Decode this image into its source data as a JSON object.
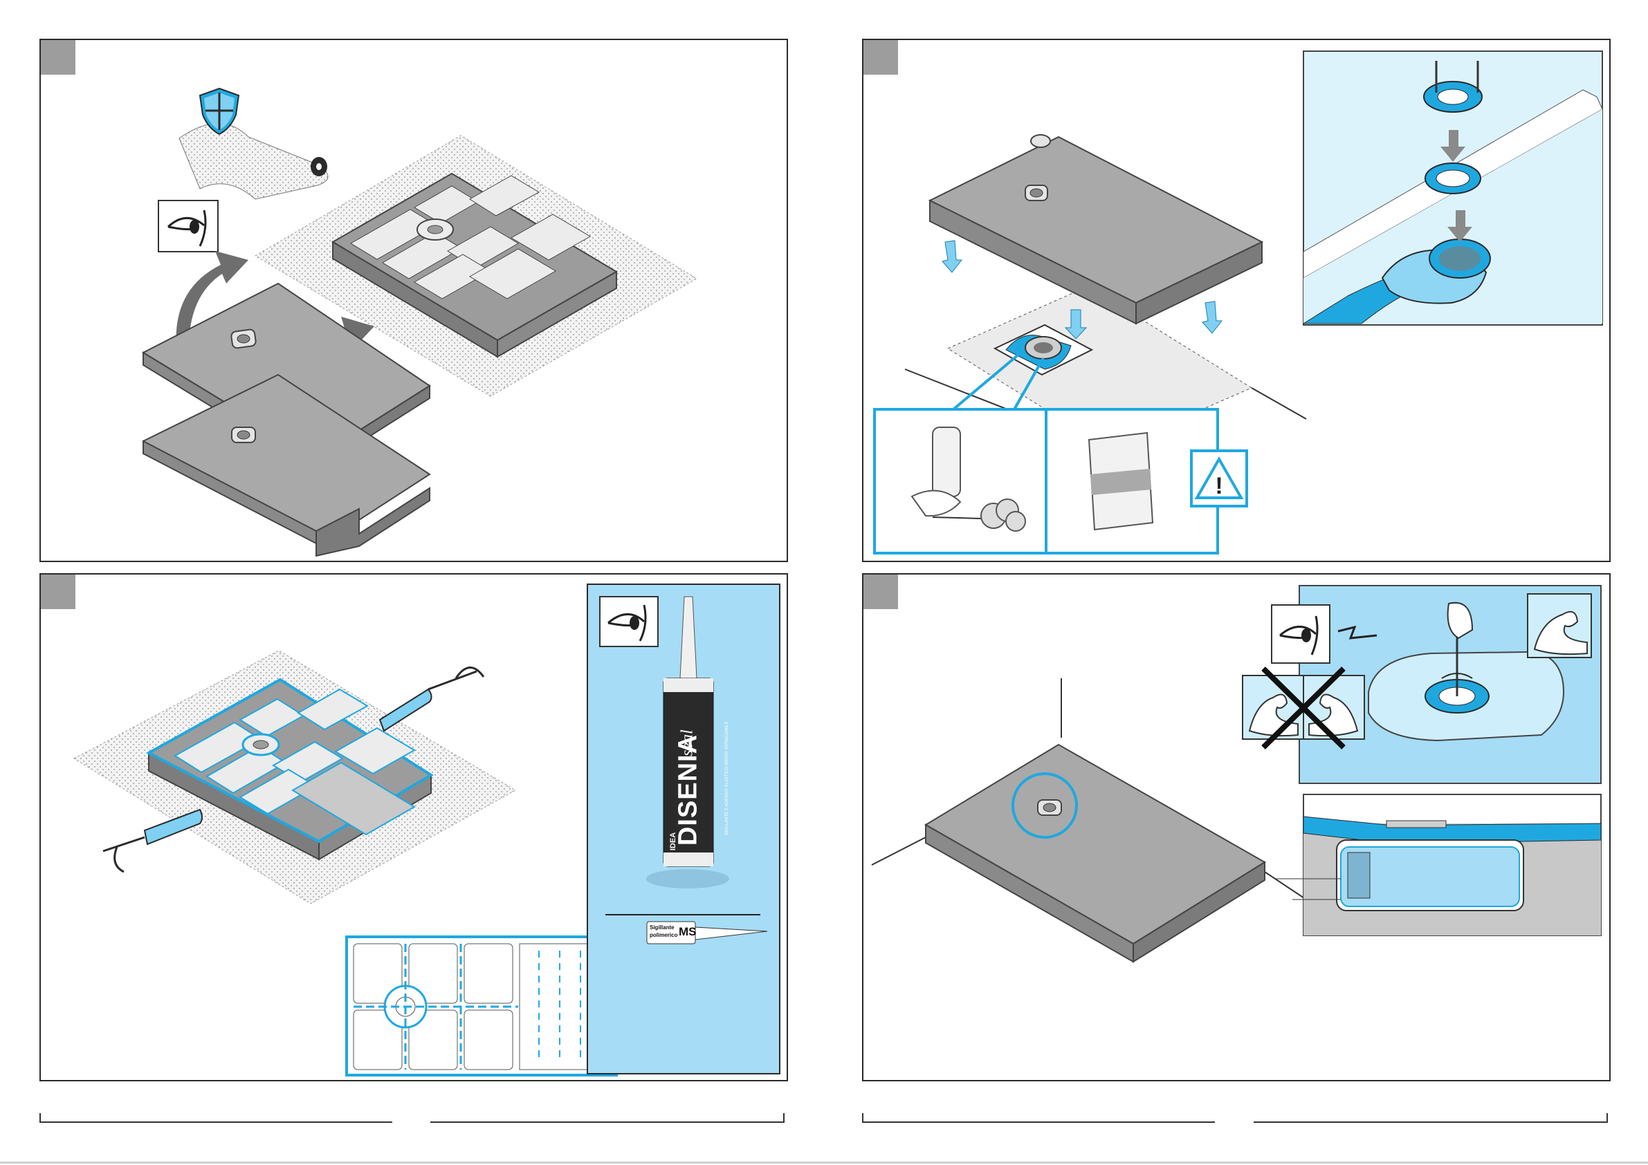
{
  "tube": {
    "brand_small": "IDEA",
    "brand_main": "DISENIA",
    "brand_script": "seal",
    "tagline": "SIGILLANTE E ADESIVO ELASTICO IBRIDO VERNICIABILE"
  },
  "cartridge": {
    "line1": "Sigillante",
    "line2": "polimerico",
    "code": "MS"
  },
  "warning": {
    "symbol": "!"
  },
  "colors": {
    "accent": "#1fa8e0",
    "accent_light": "#cfeefb",
    "panel_blue": "#a6dcf5",
    "tray_gray": "#a7a7a7",
    "badge_gray": "#9d9d9d"
  },
  "icons": [
    "shield-icon",
    "eye-icon",
    "curved-arrow-icon",
    "down-arrow-icon",
    "spray-can-icon",
    "cement-bag-icon",
    "warning-icon",
    "muscle-arm-icon",
    "no-force-icon",
    "caulking-gun-icon",
    "sealant-tube-icon"
  ]
}
